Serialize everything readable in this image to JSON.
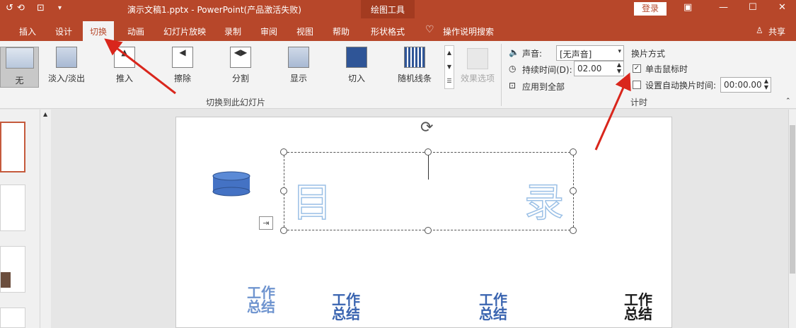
{
  "titlebar": {
    "title": "演示文稿1.pptx  -  PowerPoint(产品激活失败)",
    "tools_label": "绘图工具",
    "login": "登录"
  },
  "menu": {
    "tabs": [
      "插入",
      "设计",
      "切换",
      "动画",
      "幻灯片放映",
      "录制",
      "审阅",
      "视图",
      "帮助",
      "形状格式"
    ],
    "active_tab": "切换",
    "search": "操作说明搜索",
    "share": "共享"
  },
  "ribbon": {
    "transitions": [
      "无",
      "淡入/淡出",
      "推入",
      "擦除",
      "分割",
      "显示",
      "切入",
      "随机线条"
    ],
    "effect_options": "效果选项",
    "group_transitions": "切换到此幻灯片",
    "sound_label": "声音:",
    "sound_value": "[无声音]",
    "duration_label": "持续时间(D):",
    "duration_value": "02.00",
    "apply_all": "应用到全部",
    "advance_title": "换片方式",
    "on_click": "单击鼠标时",
    "on_click_checked": true,
    "auto_after": "设置自动换片时间:",
    "auto_after_checked": false,
    "auto_after_value": "00:00.00",
    "group_timing": "计时"
  },
  "slide": {
    "title_left": "目",
    "title_right": "录",
    "wordart": [
      "工作\n总结",
      "工作\n总结",
      "工作\n总结",
      "工作\n总结"
    ]
  },
  "colors": {
    "brand": "#b7472a",
    "shape_fill": "#4472c4",
    "annotation_arrow": "#d9261c"
  }
}
